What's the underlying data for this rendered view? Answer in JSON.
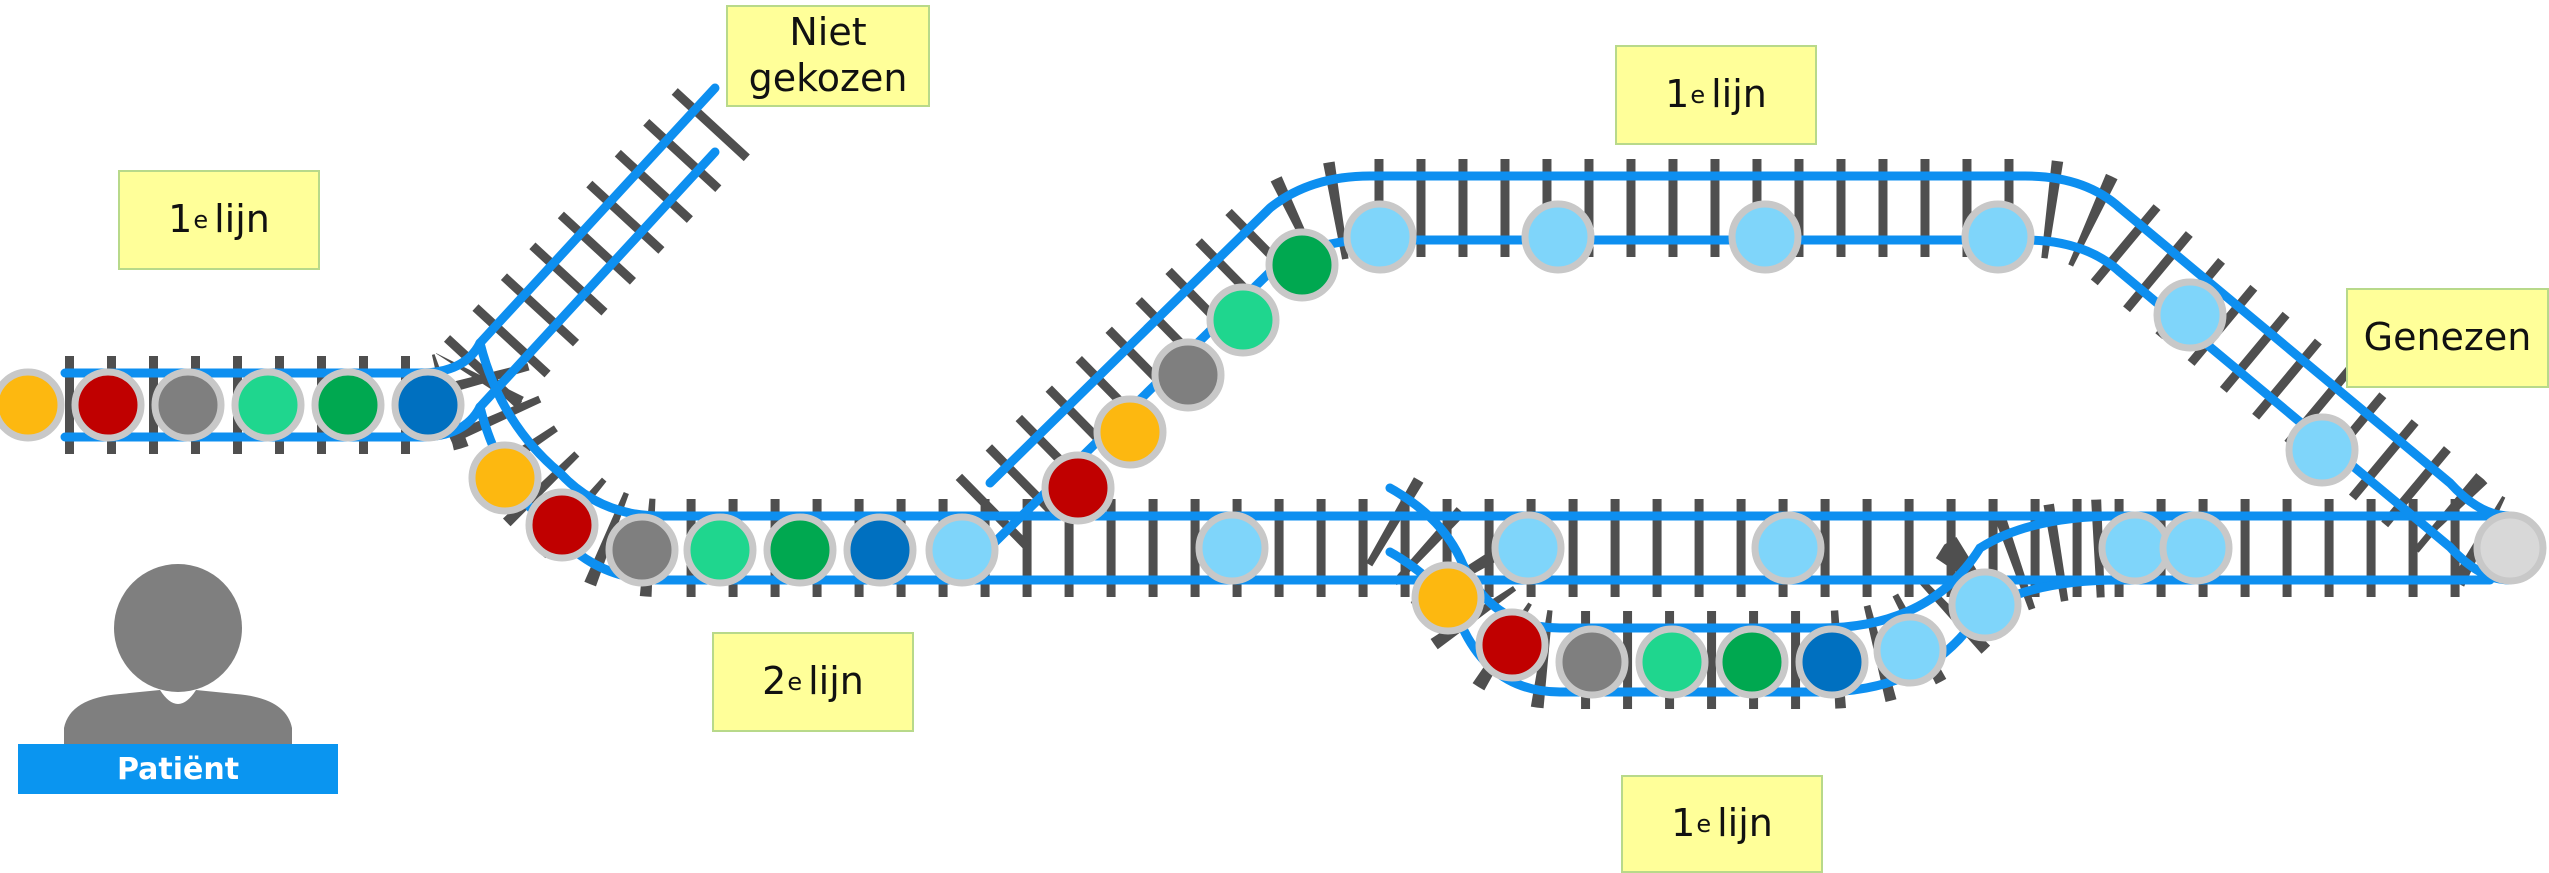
{
  "labels": {
    "first_line_left": {
      "prefix": "1",
      "sup": "e",
      "suffix": "lijn"
    },
    "not_chosen": "Niet\ngekozen",
    "first_line_top": {
      "prefix": "1",
      "sup": "e",
      "suffix": "lijn"
    },
    "cured": "Genezen",
    "second_line": {
      "prefix": "2",
      "sup": "e",
      "suffix": "lijn"
    },
    "first_line_bottom": {
      "prefix": "1",
      "sup": "e",
      "suffix": "lijn"
    }
  },
  "patient": {
    "label": "Patiënt",
    "icon": "person-icon"
  },
  "colors": {
    "rail": "#0d8ff0",
    "tie": "#4f4f4f",
    "label_bg": "#ffff99",
    "orange": "#fdb810",
    "red": "#c00000",
    "gray": "#7f7f7f",
    "teal": "#1fd68e",
    "green": "#00a850",
    "blue": "#0070c0",
    "light_blue": "#7fd5fa",
    "end_gray": "#d8d8d8",
    "patient_bar": "#0a95f0",
    "patient_icon": "#7f7f7f"
  },
  "tokens": {
    "entry": [
      "orange",
      "red",
      "gray",
      "teal",
      "green",
      "blue"
    ],
    "second_line": [
      "orange",
      "red",
      "gray",
      "teal",
      "green",
      "blue",
      "light_blue"
    ],
    "upper_branch": [
      "red",
      "orange",
      "gray",
      "teal",
      "green"
    ],
    "top_route": [
      "light_blue",
      "light_blue",
      "light_blue",
      "light_blue",
      "light_blue",
      "light_blue"
    ],
    "middle_route": [
      "light_blue",
      "light_blue",
      "light_blue",
      "light_blue",
      "light_blue"
    ],
    "lower_loop": [
      "orange",
      "red",
      "gray",
      "teal",
      "green",
      "blue",
      "light_blue",
      "light_blue"
    ],
    "end": [
      "end_gray"
    ]
  }
}
